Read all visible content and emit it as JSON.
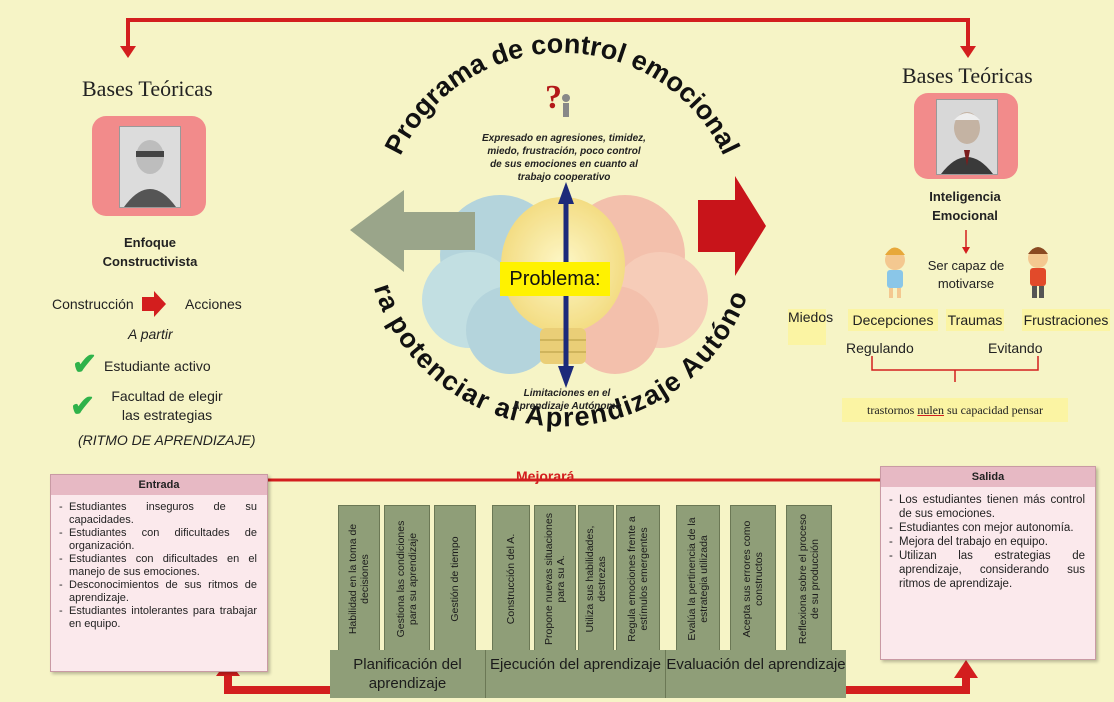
{
  "center": {
    "arc_top": "Programa de control emocional",
    "arc_bottom": "Para potenciar al Aprendizaje Autónomo",
    "description": "Expresado en agresiones, timidez, miedo, frustración, poco control de sus emociones en cuanto al trabajo cooperativo",
    "problem": "Problema:",
    "limitations": "Limitaciones en el Aprendizaje Autónomo",
    "mejorara": "Mejorará"
  },
  "left": {
    "title": "Bases Teóricas",
    "approach": "Enfoque Constructivista",
    "construction": "Construcción",
    "actions": "Acciones",
    "a_partir": "A partir",
    "active_student": "Estudiante activo",
    "choose_strategies": "Facultad de elegir las estrategias",
    "rhythm": "(RITMO DE APRENDIZAJE)"
  },
  "right": {
    "title": "Bases Teóricas",
    "emotional_intelligence": "Inteligencia Emocional",
    "motivate": "Ser capaz de motivarse",
    "emotions": [
      "Miedos",
      "Decepciones",
      "Traumas",
      "Frustraciones"
    ],
    "regulando": "Regulando",
    "evitando": "Evitando",
    "disorders_pre": "trastornos ",
    "disorders_word": "nulen",
    "disorders_post": " su capacidad pensar"
  },
  "entrada": {
    "title": "Entrada",
    "items": [
      "Estudiantes inseguros de su capacidades.",
      "Estudiantes con dificultades de organización.",
      "Estudiantes con dificultades en el manejo de sus emociones.",
      "Desconocimientos de sus ritmos de aprendizaje.",
      "Estudiantes intolerantes para trabajar en equipo."
    ]
  },
  "salida": {
    "title": "Salida",
    "items": [
      "Los estudiantes tienen más control de sus emociones.",
      "Estudiantes con mejor autonomía.",
      "Mejora del trabajo en equipo.",
      "Utilizan las estrategias de aprendizaje, considerando sus ritmos de aprendizaje."
    ]
  },
  "stages": [
    {
      "label": "Planificación del aprendizaje",
      "columns": [
        "Habilidad en la toma de decisiones",
        "Gestiona las condiciones para su aprendizaje",
        "Gestión de tiempo"
      ]
    },
    {
      "label": "Ejecución del aprendizaje",
      "columns": [
        "Construcción del A.",
        "Propone nuevas situaciones para su A.",
        "Utiliza sus habilidades, destrezas",
        "Regula emociones frente a estímulos emergentes"
      ]
    },
    {
      "label": "Evaluación del aprendizaje",
      "columns": [
        "Evalúa la pertinencia de la estrategia utilizada",
        "Acepta sus errores como constructos",
        "Reflexiona sobre el proceso de su producción"
      ]
    }
  ],
  "colors": {
    "background": "#f6f4c6",
    "arrow_red": "#d31e1e",
    "arrow_grey": "#9aa58a",
    "box_pink": "#fbe9ec",
    "stage_green": "#8f9e78",
    "problem_yellow": "#fff200"
  }
}
